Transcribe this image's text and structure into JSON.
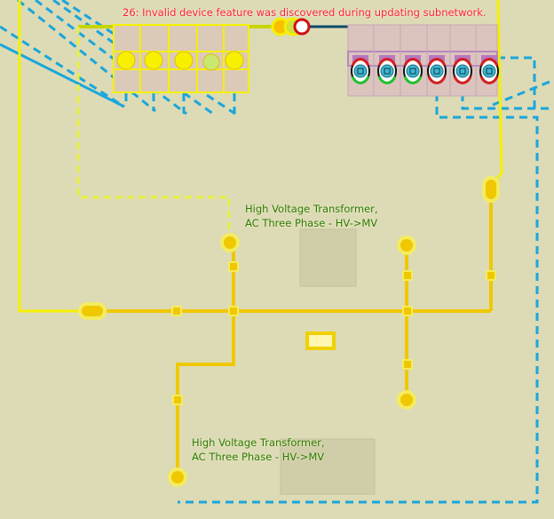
{
  "error_message": "26: Invalid device feature was discovered during updating subnetwork.",
  "transformers": [
    {
      "line1": "High Voltage Transformer,",
      "line2": "AC Three Phase - HV->MV"
    },
    {
      "line1": "High Voltage Transformer,",
      "line2": "AC Three Phase - HV->MV"
    }
  ],
  "colors": {
    "background": "#dddbb5",
    "bus": "#f0c800",
    "highlight": "#f5f000",
    "cable": "#1aa6dc",
    "feeder": "#0c4a6a",
    "error": "#ff2030",
    "label": "#2c7a06"
  }
}
